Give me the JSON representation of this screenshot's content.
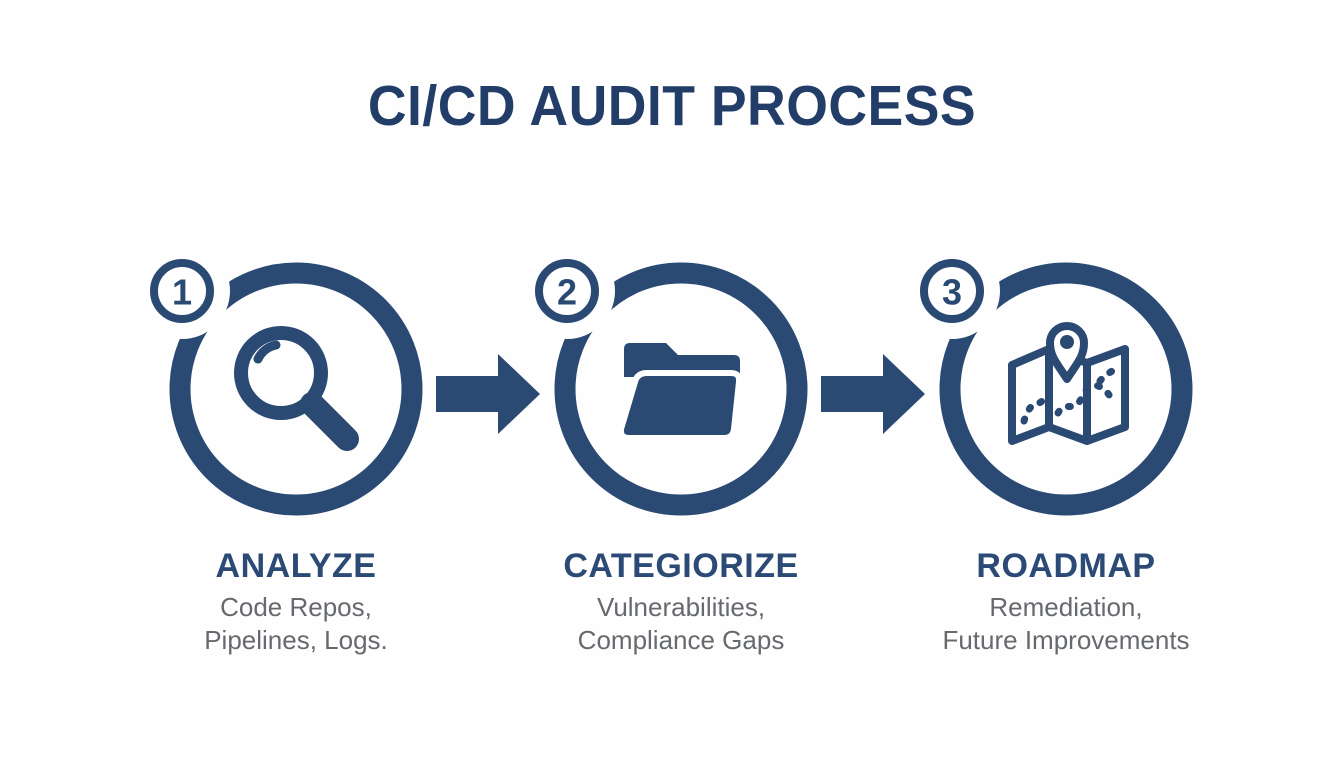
{
  "title": "CI/CD AUDIT PROCESS",
  "colors": {
    "navy": "#2a4a74",
    "title_navy": "#223e68",
    "subtitle_gray": "#66696e",
    "background": "#ffffff"
  },
  "steps": [
    {
      "number": "1",
      "icon": "magnifier-icon",
      "title": "ANALYZE",
      "subtitle_line1": "Code Repos,",
      "subtitle_line2": "Pipelines, Logs."
    },
    {
      "number": "2",
      "icon": "folder-icon",
      "title": "CATEGIORIZE",
      "subtitle_line1": "Vulnerabilities,",
      "subtitle_line2": "Compliance Gaps"
    },
    {
      "number": "3",
      "icon": "map-icon",
      "title": "ROADMAP",
      "subtitle_line1": "Remediation,",
      "subtitle_line2": "Future Improvements"
    }
  ]
}
